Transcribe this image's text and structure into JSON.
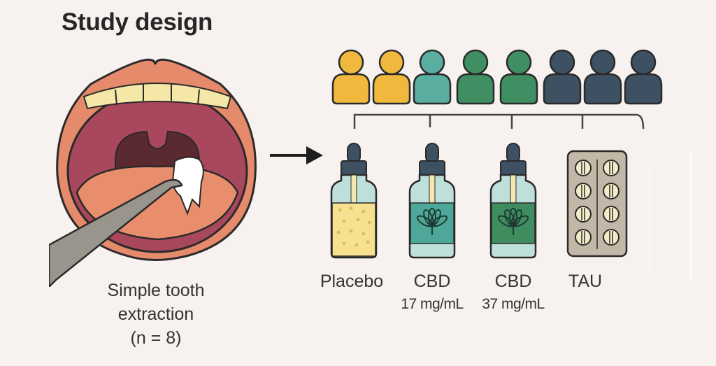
{
  "title": "Study design",
  "procedure": {
    "line1": "Simple tooth",
    "line2": "extraction",
    "line3": "(n = 8)"
  },
  "participants": [
    {
      "group": "placebo",
      "color": "#f0b93e"
    },
    {
      "group": "placebo",
      "color": "#f0b93e"
    },
    {
      "group": "cbd17",
      "color": "#5aaea0"
    },
    {
      "group": "cbd37",
      "color": "#3f8f62"
    },
    {
      "group": "cbd37",
      "color": "#3f8f62"
    },
    {
      "group": "tau",
      "color": "#3d5163"
    },
    {
      "group": "tau",
      "color": "#3d5163"
    },
    {
      "group": "tau",
      "color": "#3d5163"
    }
  ],
  "arms": [
    {
      "id": "placebo",
      "label": "Placebo",
      "dose": "",
      "icon": "dropper-bottle-icon",
      "fill": "#f6e190"
    },
    {
      "id": "cbd17",
      "label": "CBD",
      "dose": "17 mg/mL",
      "icon": "cbd-bottle-icon",
      "fill": "#4fa79a"
    },
    {
      "id": "cbd37",
      "label": "CBD",
      "dose": "37 mg/mL",
      "icon": "cbd-bottle-icon",
      "fill": "#3f8c5e"
    },
    {
      "id": "tau",
      "label": "TAU",
      "dose": "",
      "icon": "pill-blister-icon",
      "fill": "#c3b7a8"
    }
  ]
}
